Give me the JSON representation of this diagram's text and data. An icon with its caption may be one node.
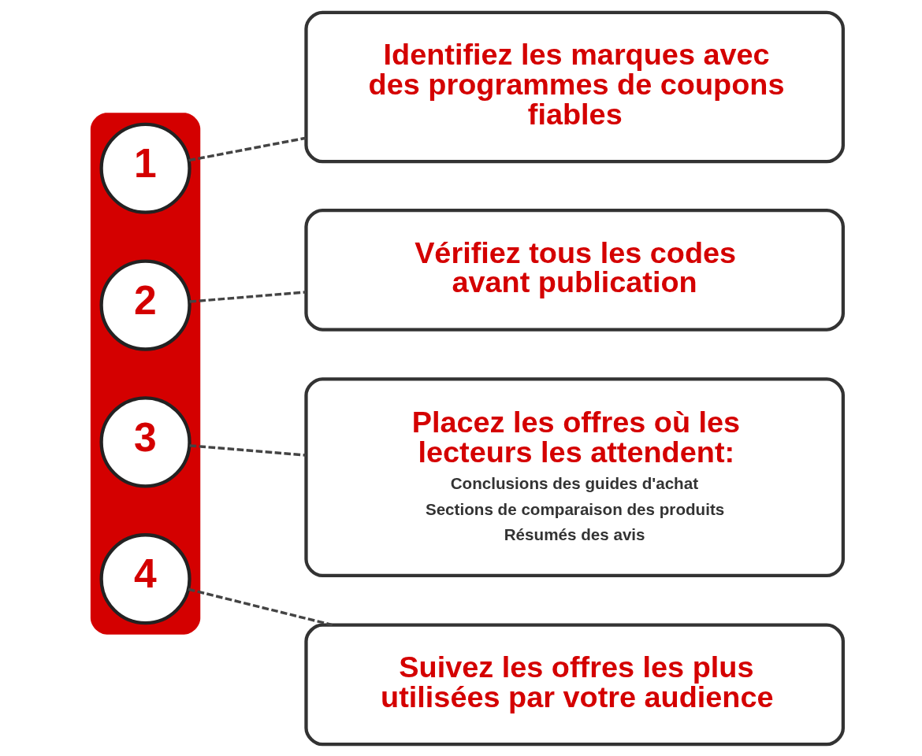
{
  "diagram": {
    "nodes": [
      {
        "text": [],
        "shape": "ring"
      },
      {
        "text": [
          "1"
        ],
        "in": 0
      },
      {
        "text": [
          "2"
        ],
        "in": 0
      },
      {
        "text": [
          "3"
        ],
        "in": 0
      },
      {
        "text": [
          "4"
        ],
        "in": 0
      },
      {
        "text": [
          "Identifiez les marques avec des programmes de coupons fiables"
        ]
      },
      {
        "text": [
          "Vérifiez tous les codes avant publication"
        ]
      },
      {
        "text": [
          "Placez les offres où les lecteurs les attendent:",
          "Conclusions des guides d'achat",
          "Sections de comparaison des produits",
          "Résumés des avis"
        ]
      },
      {
        "text": [
          "Suivez les offres les plus utilisées par votre audience"
        ]
      }
    ],
    "edges": [
      {
        "from": 1,
        "to": 5,
        "arrow": "none",
        "style": "dashed"
      },
      {
        "from": 2,
        "to": 6,
        "arrow": "none",
        "style": "dashed"
      },
      {
        "from": 3,
        "to": 7,
        "arrow": "none",
        "style": "dashed"
      },
      {
        "from": 4,
        "to": 8,
        "arrow": "none",
        "style": "dashed"
      }
    ]
  }
}
